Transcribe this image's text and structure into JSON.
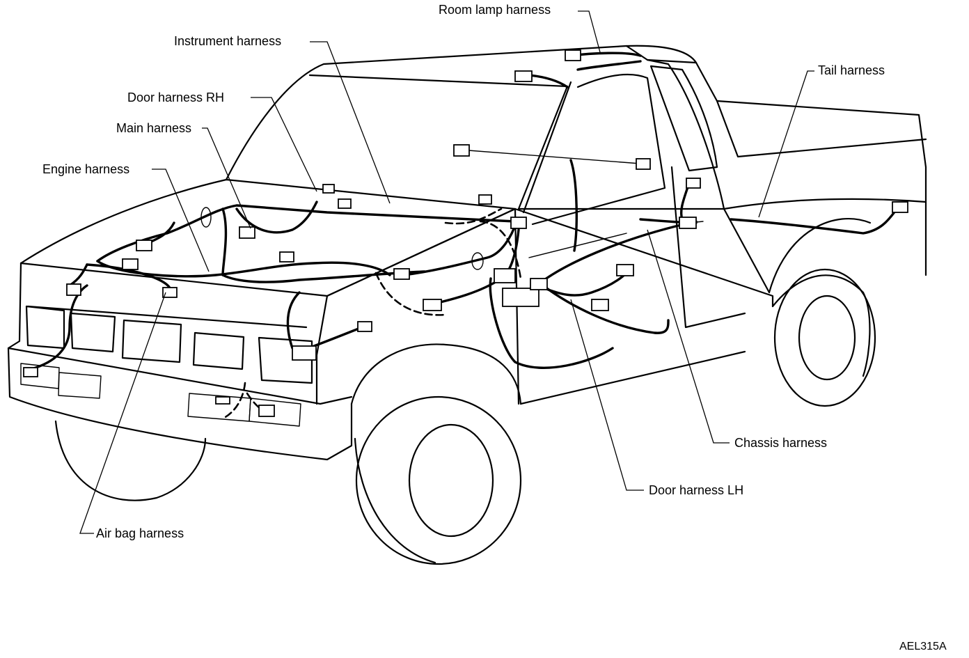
{
  "diagram": {
    "labels": {
      "room_lamp": "Room lamp harness",
      "instrument": "Instrument harness",
      "door_rh": "Door harness RH",
      "main": "Main harness",
      "engine": "Engine harness",
      "tail": "Tail harness",
      "chassis": "Chassis harness",
      "door_lh": "Door harness LH",
      "air_bag": "Air bag harness"
    },
    "reference_code": "AEL315A"
  }
}
